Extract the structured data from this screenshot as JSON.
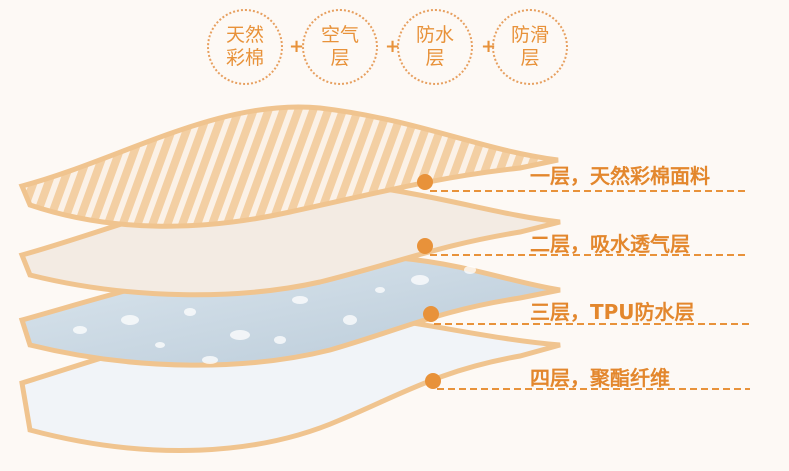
{
  "features": [
    {
      "label": "天然彩棉"
    },
    {
      "label": "空气层"
    },
    {
      "label": "防水层"
    },
    {
      "label": "防滑层"
    }
  ],
  "plus_sign": "+",
  "layers": [
    {
      "label": "一层，天然彩棉面料"
    },
    {
      "label": "二层，吸水透气层"
    },
    {
      "label": "三层，TPU防水层"
    },
    {
      "label": "四层，聚酯纤维"
    }
  ],
  "colors": {
    "accent": "#e8923a",
    "background": "#fdf9f5"
  }
}
